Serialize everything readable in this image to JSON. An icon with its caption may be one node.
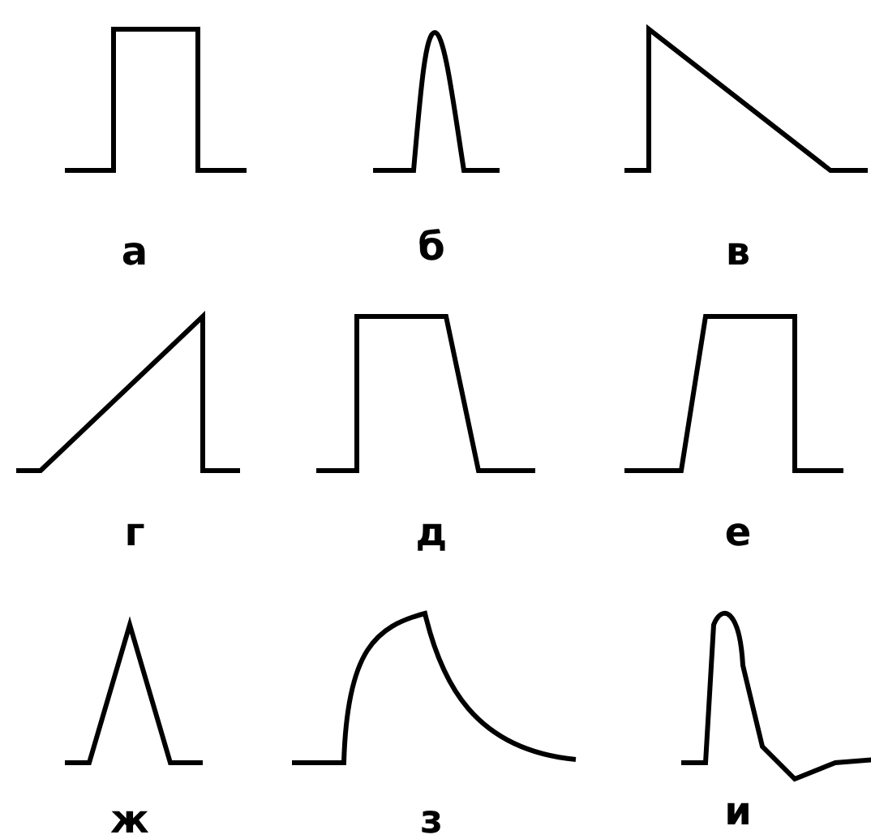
{
  "diagram": {
    "labels": [
      "а",
      "б",
      "в",
      "г",
      "д",
      "е",
      "ж",
      "з",
      "и"
    ]
  }
}
